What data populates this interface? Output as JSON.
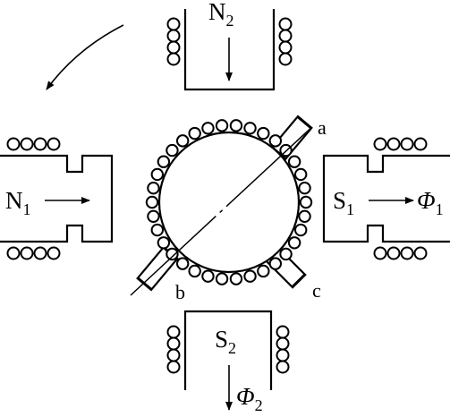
{
  "poles": {
    "n1": {
      "main": "N",
      "sub": "1"
    },
    "n2": {
      "main": "N",
      "sub": "2"
    },
    "s1": {
      "main": "S",
      "sub": "1"
    },
    "s2": {
      "main": "S",
      "sub": "2"
    }
  },
  "fluxes": {
    "phi1": {
      "main": "Φ",
      "sub": "1"
    },
    "phi2": {
      "main": "Φ",
      "sub": "2"
    }
  },
  "brushes": {
    "a": "a",
    "b": "b",
    "c": "c"
  }
}
